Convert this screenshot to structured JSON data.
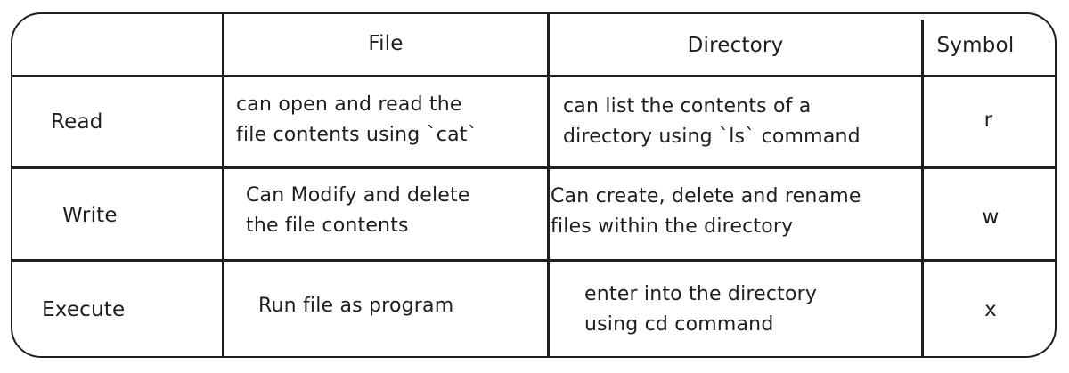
{
  "table": {
    "headers": [
      "",
      "File",
      "Directory",
      "Symbol"
    ],
    "rows": [
      {
        "permission": "Read",
        "file": "can open and read the\nfile contents using `cat`",
        "directory": "can list the contents of a\ndirectory using `ls` command",
        "symbol": "r"
      },
      {
        "permission": "Write",
        "file": "Can Modify and delete\nthe file contents",
        "directory": "Can create, delete and rename\nfiles within the directory",
        "symbol": "w"
      },
      {
        "permission": "Execute",
        "file": "Run file as program",
        "directory": "enter into the directory\nusing cd command",
        "symbol": "x"
      }
    ]
  },
  "colors": {
    "stroke": "#1e1e1e",
    "background": "#ffffff"
  }
}
